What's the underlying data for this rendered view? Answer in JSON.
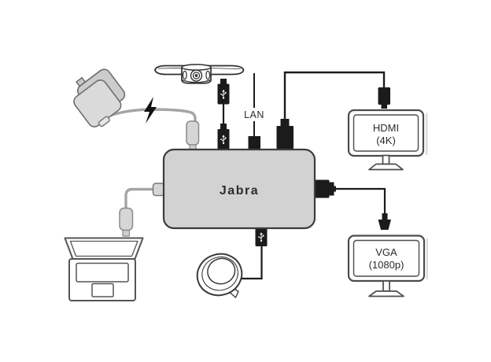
{
  "diagram": {
    "dock": {
      "brand": "Jabra"
    },
    "ports": {
      "lan_label": "LAN"
    },
    "hdmi_monitor": {
      "line1": "HDMI",
      "line2": "(4K)"
    },
    "vga_monitor": {
      "line1": "VGA",
      "line2": "(1080p)"
    },
    "devices": {
      "power_adapter": "power-adapter",
      "camera": "conference-camera",
      "laptop": "laptop",
      "speakerphone": "speakerphone",
      "hdmi_monitor": "hdmi-monitor",
      "vga_monitor": "vga-monitor"
    },
    "colors": {
      "dock_fill": "#d2d2d2",
      "dock_stroke": "#3d3d3d",
      "connector_black": "#1b1b1b",
      "cable_gray": "#a5a5a5",
      "plug_gray": "#d6d6d6",
      "outline_gray": "#4c4c4c",
      "text_dark": "#2b2b2b"
    }
  }
}
